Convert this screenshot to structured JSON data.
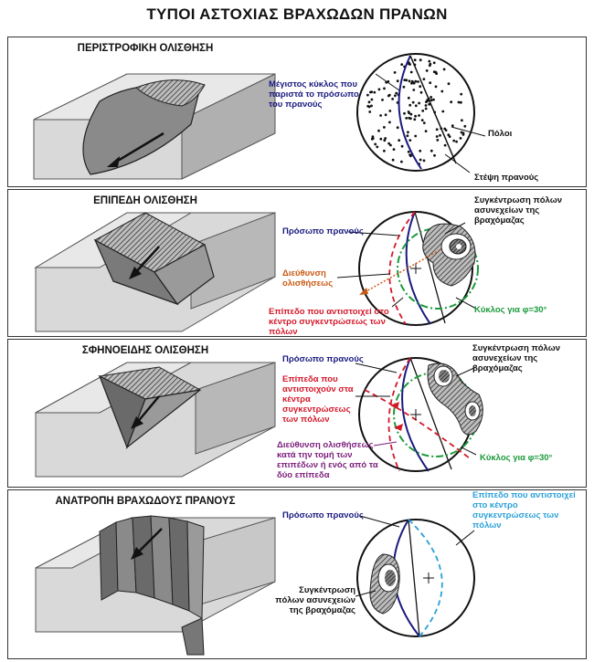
{
  "title": "ΤΥΠΟΙ ΑΣΤΟΧΙΑΣ ΒΡΑΧΩΔΩΝ ΠΡΑΝΩΝ",
  "colors": {
    "slope_face": "#1a1a80",
    "failure_direction": "#c85a14",
    "pole_plane": "#d4182a",
    "friction_circle": "#1a9a3a",
    "pole_plane_blue": "#2aa0d8",
    "text": "#111111"
  },
  "panels": [
    {
      "heading": "ΠΕΡΙΣΤΡΟΦΙΚΗ ΟΛΙΣΘΗΣΗ",
      "labels": {
        "great_circle": "Μέγιστος κύκλος που παριστά το πρόσωπο του πρανούς",
        "poles": "Πόλοι",
        "crest": "Στέψη πρανούς"
      }
    },
    {
      "heading": "ΕΠΙΠΕΔΗ ΟΛΙΣΘΗΣΗ",
      "labels": {
        "concentration": "Συγκέντρωση πόλων ασυνεχείων της βραχόμαζας",
        "slope_face": "Πρόσωπο πρανούς",
        "direction": "Διεύθυνση ολισθήσεως",
        "plane": "Επίπεδο που αντιστοιχεί στο κέντρο συγκεντρώσεως των πόλων",
        "friction": "Κύκλος για φ=30°"
      }
    },
    {
      "heading": "ΣΦΗΝΟΕΙΔΗΣ ΟΛΙΣΘΗΣΗ",
      "labels": {
        "slope_face": "Πρόσωπο πρανούς",
        "concentration": "Συγκέντρωση πόλων ασυνεχείων της βραχόμαζας",
        "planes": "Επίπεδα που αντιστοιχούν στα κέντρα συγκεντρώσεως των πόλων",
        "direction": "Διεύθυνση ολισθήσεως κατά την τομή των επιπέδων ή ενός από τα δύο επίπεδα",
        "friction": "Κύκλος για φ=30°"
      }
    },
    {
      "heading": "ΑΝΑΤΡΟΠΗ ΒΡΑΧΩΔΟΥΣ ΠΡΑΝΟΥΣ",
      "labels": {
        "slope_face": "Πρόσωπο πρανούς",
        "plane": "Επίπεδο που αντιστοιχεί στο κέντρο συγκεντρώσεως των πόλων",
        "concentration": "Συγκέντρωση πόλων ασυνεχειών της βραχόμαζας"
      }
    }
  ]
}
